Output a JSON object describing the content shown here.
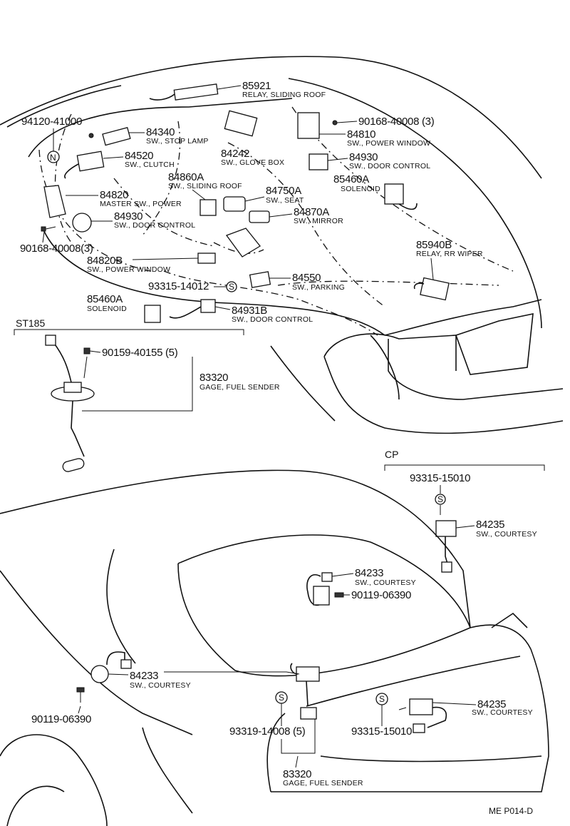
{
  "footer_code": "ME  P014-D",
  "sections": {
    "st185": "ST185",
    "cp": "CP"
  },
  "labels": {
    "p85921": {
      "num": "85921",
      "desc": "RELAY, SLIDING ROOF"
    },
    "p94120": {
      "num": "94120-41000"
    },
    "p84340": {
      "num": "84340",
      "desc": "SW., STOP LAMP"
    },
    "p84520": {
      "num": "84520",
      "desc": "SW., CLUTCH"
    },
    "p84242": {
      "num": "84242",
      "desc": "SW., GLOVE BOX"
    },
    "p90168a": {
      "num": "90168-40008 (3)"
    },
    "p84810": {
      "num": "84810",
      "desc": "SW., POWER WINDOW"
    },
    "p84930a": {
      "num": "84930",
      "desc": "SW., DOOR CONTROL"
    },
    "p85460a1": {
      "num": "85460A",
      "desc": "SOLENOID"
    },
    "p84860a": {
      "num": "84860A",
      "desc": "SW., SLIDING ROOF"
    },
    "p84750a": {
      "num": "84750A",
      "desc": "SW., SEAT"
    },
    "p84820": {
      "num": "84820",
      "desc": "MASTER SW., POWER"
    },
    "p84870a": {
      "num": "84870A",
      "desc": "SW., MIRROR"
    },
    "p84930b": {
      "num": "84930",
      "desc": "SW., DOOR CONTROL"
    },
    "p90168b": {
      "num": "90168-40008(3)"
    },
    "p85940b": {
      "num": "85940B",
      "desc": "RELAY, RR WIPER"
    },
    "p84820b": {
      "num": "84820B",
      "desc": "SW., POWER WINDOW"
    },
    "p84550": {
      "num": "84550",
      "desc": "SW., PARKING"
    },
    "p93315a": {
      "num": "93315-14012"
    },
    "p85460a2": {
      "num": "85460A",
      "desc": "SOLENOID"
    },
    "p84931b": {
      "num": "84931B",
      "desc": "SW., DOOR CONTROL"
    },
    "p90159": {
      "num": "90159-40155 (5)"
    },
    "p83320a": {
      "num": "83320",
      "desc": "GAGE, FUEL SENDER"
    },
    "p93315b": {
      "num": "93315-15010"
    },
    "p84235a": {
      "num": "84235",
      "desc": "SW., COURTESY"
    },
    "p84233a": {
      "num": "84233",
      "desc": "SW., COURTESY"
    },
    "p90119a": {
      "num": "90119-06390"
    },
    "p84233b": {
      "num": "84233",
      "desc": "SW., COURTESY"
    },
    "p90119b": {
      "num": "90119-06390"
    },
    "p84235b": {
      "num": "84235",
      "desc": "SW., COURTESY"
    },
    "p93319": {
      "num": "93319-14008 (5)"
    },
    "p93315c": {
      "num": "93315-15010"
    },
    "p83320b": {
      "num": "83320",
      "desc": "GAGE, FUEL SENDER"
    }
  },
  "symbols": {
    "s": "S",
    "n": "N"
  }
}
